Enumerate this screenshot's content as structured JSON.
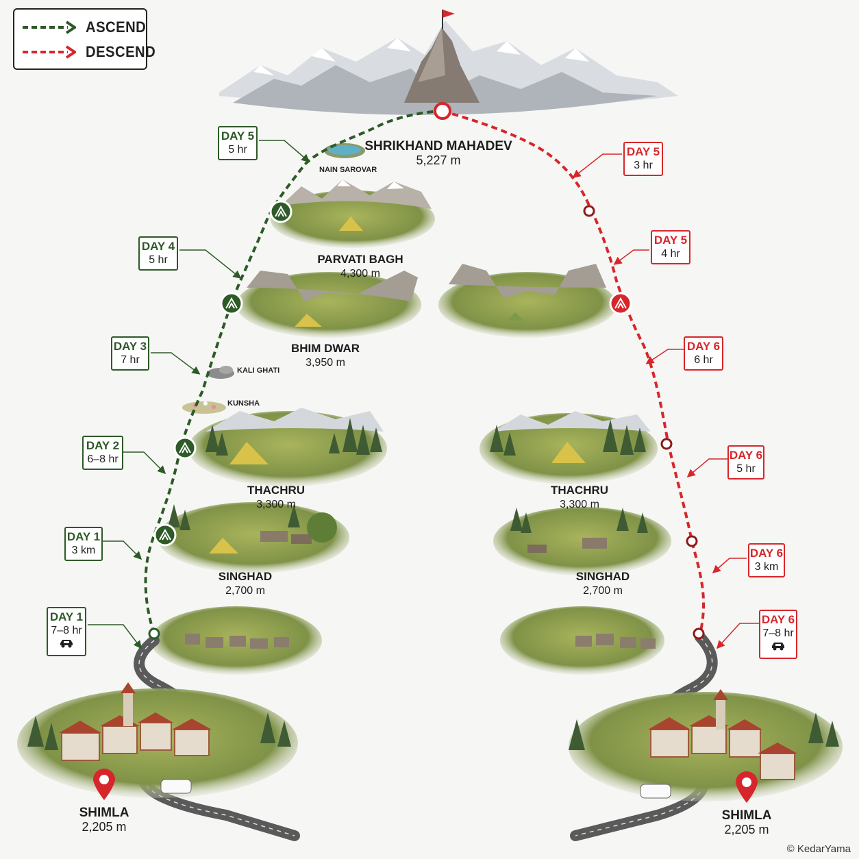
{
  "legend": {
    "ascend_label": "ASCEND",
    "descend_label": "DESCEND",
    "ascend_color": "#2d5a27",
    "descend_color": "#d7262b"
  },
  "summit": {
    "name": "SHRIKHAND MAHADEV",
    "elevation": "5,227 m",
    "icon": "flag-icon"
  },
  "ascend": {
    "labels": [
      {
        "name": "SHIMLA",
        "elevation": "2,205 m"
      },
      {
        "name": "SINGHAD",
        "elevation": "2,700 m"
      },
      {
        "name": "THACHRU",
        "elevation": "3,300 m"
      },
      {
        "name": "BHIM DWAR",
        "elevation": "3,950 m"
      },
      {
        "name": "PARVATI BAGH",
        "elevation": "4,300 m"
      }
    ],
    "small_labels": {
      "kunsha": "KUNSHA",
      "kali_ghati": "KALI GHATI",
      "nain_sarovar": "NAIN SAROVAR"
    },
    "stages": [
      {
        "day": "DAY 1",
        "time": "7–8 hr",
        "icon": "car-icon"
      },
      {
        "day": "DAY 1",
        "time": "3 km"
      },
      {
        "day": "DAY 2",
        "time": "6–8 hr"
      },
      {
        "day": "DAY 3",
        "time": "7 hr"
      },
      {
        "day": "DAY 4",
        "time": "5 hr"
      },
      {
        "day": "DAY 5",
        "time": "5 hr"
      }
    ]
  },
  "descend": {
    "labels": [
      {
        "name": "THACHRU",
        "elevation": "3,300 m"
      },
      {
        "name": "SINGHAD",
        "elevation": "2,700 m"
      },
      {
        "name": "SHIMLA",
        "elevation": "2,205 m"
      }
    ],
    "stages": [
      {
        "day": "DAY 5",
        "time": "3 hr"
      },
      {
        "day": "DAY 5",
        "time": "4 hr"
      },
      {
        "day": "DAY 6",
        "time": "6 hr"
      },
      {
        "day": "DAY 6",
        "time": "5 hr"
      },
      {
        "day": "DAY 6",
        "time": "3 km"
      },
      {
        "day": "DAY 6",
        "time": "7–8 hr",
        "icon": "car-icon"
      }
    ]
  },
  "credit": "© KedarYama"
}
